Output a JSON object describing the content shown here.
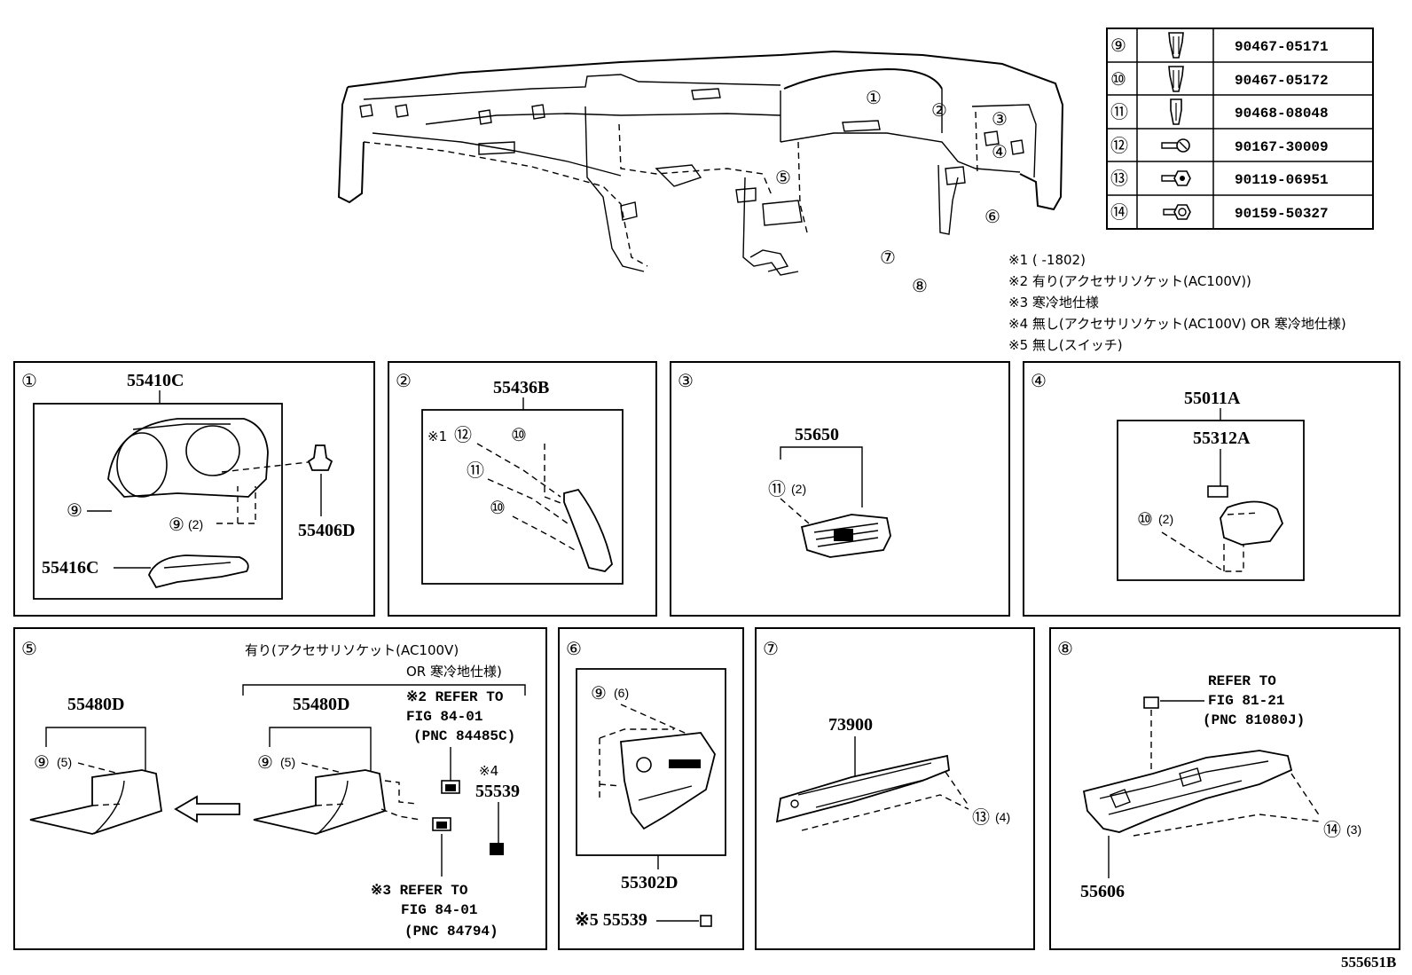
{
  "fastener_table": [
    {
      "ref": "⑨",
      "part_no": "90467-05171",
      "icon": "clip-icon"
    },
    {
      "ref": "⑩",
      "part_no": "90467-05172",
      "icon": "clip-icon"
    },
    {
      "ref": "⑪",
      "part_no": "90468-08048",
      "icon": "clip-icon"
    },
    {
      "ref": "⑫",
      "part_no": "90167-30009",
      "icon": "screw-icon"
    },
    {
      "ref": "⑬",
      "part_no": "90119-06951",
      "icon": "bolt-icon"
    },
    {
      "ref": "⑭",
      "part_no": "90159-50327",
      "icon": "bolt-icon"
    }
  ],
  "overview_callouts": [
    "①",
    "②",
    "③",
    "④",
    "⑤",
    "⑥",
    "⑦",
    "⑧"
  ],
  "notes": [
    "※1 (      -1802)",
    "※2 有り(アクセサリソケット(AC100V))",
    "※3 寒冷地仕様",
    "※4 無し(アクセサリソケット(AC100V) OR 寒冷地仕様)",
    "※5 無し(スイッチ)"
  ],
  "panels": {
    "p1": {
      "num": "①",
      "main": "55410C",
      "clip": "⑨",
      "clip2": "⑨",
      "clip2_qty": "(2)",
      "retainer": "55406D",
      "lower": "55416C"
    },
    "p2": {
      "num": "②",
      "main": "55436B",
      "note_mark": "※1",
      "c12": "⑫",
      "c10a": "⑩",
      "c11": "⑪",
      "c10b": "⑩"
    },
    "p3": {
      "num": "③",
      "main": "55650",
      "clip": "⑪",
      "clip_qty": "(2)"
    },
    "p4": {
      "num": "④",
      "main": "55011A",
      "sub": "55312A",
      "clip": "⑩",
      "clip_qty": "(2)"
    },
    "p5": {
      "num": "⑤",
      "cond1": "有り(アクセサリソケット(AC100V)",
      "cond2": "OR 寒冷地仕様)",
      "left_part": "55480D",
      "left_clip": "⑨",
      "left_qty": "(5)",
      "right_part": "55480D",
      "right_clip": "⑨",
      "right_qty": "(5)",
      "ref2_a": "※2 REFER TO",
      "ref2_b": "FIG 84-01",
      "ref2_c": "(PNC 84485C)",
      "n4_mark": "※4",
      "n4_part": "55539",
      "ref3_a": "※3 REFER TO",
      "ref3_b": "FIG 84-01",
      "ref3_c": "(PNC 84794)"
    },
    "p6": {
      "num": "⑥",
      "clip": "⑨",
      "clip_qty": "(6)",
      "main": "55302D",
      "n5": "※5 55539"
    },
    "p7": {
      "num": "⑦",
      "main": "73900",
      "bolt": "⑬",
      "bolt_qty": "(4)"
    },
    "p8": {
      "num": "⑧",
      "ref_a": "REFER TO",
      "ref_b": "FIG 81-21",
      "ref_c": "(PNC 81080J)",
      "bolt": "⑭",
      "bolt_qty": "(3)",
      "main": "55606"
    }
  },
  "figure_id": "555651B"
}
